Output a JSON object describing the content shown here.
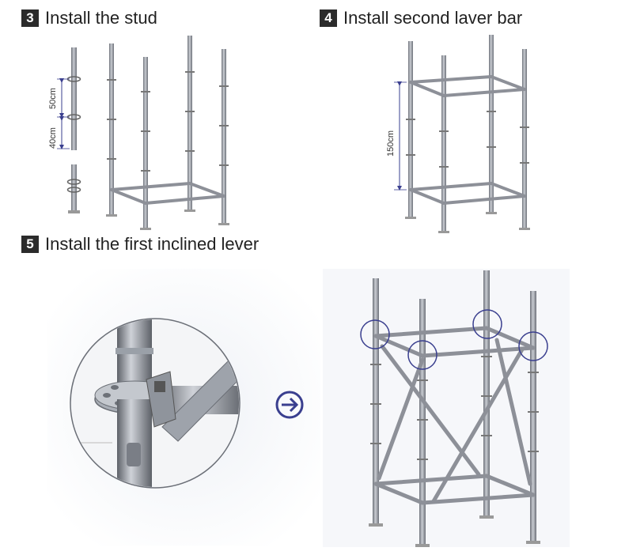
{
  "steps": [
    {
      "number": "3",
      "title": "Install the stud"
    },
    {
      "number": "4",
      "title": "Install second laver bar"
    },
    {
      "number": "5",
      "title": "Install the first inclined lever"
    }
  ],
  "dimensions": {
    "upper_spacing": "50cm",
    "lower_spacing": "40cm",
    "ledger_height": "150cm"
  },
  "colors": {
    "pipe": "#8a8e96",
    "badge": "#2b2b2b",
    "arrow": "#3a3f8f"
  },
  "icons": [
    "arrow-right-circle-icon",
    "magnify-circle-icon"
  ]
}
